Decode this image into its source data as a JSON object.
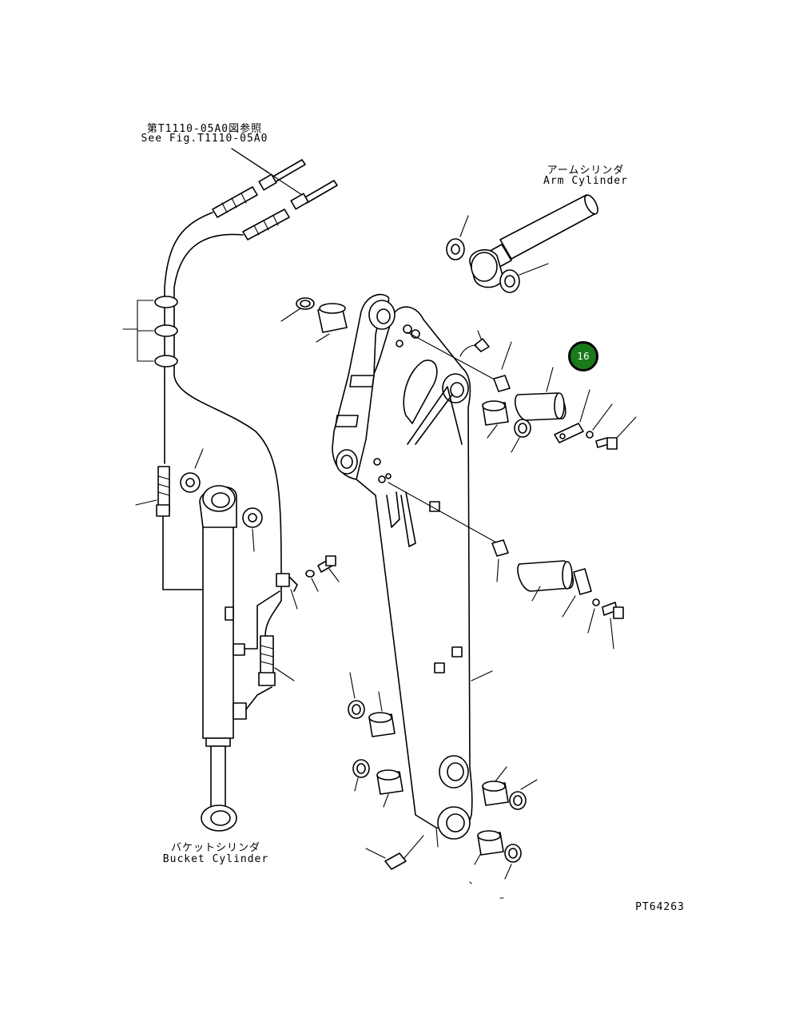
{
  "labels": {
    "ref_jp": "第T1110-05A0図参照",
    "ref_en": "See Fig.T1110-05A0",
    "arm_cyl_jp": "アームシリンダ",
    "arm_cyl_en": "Arm Cylinder",
    "bucket_cyl_jp": "バケットシリンダ",
    "bucket_cyl_en": "Bucket Cylinder",
    "drawing_no": "PT64263"
  },
  "callouts": [
    {
      "number": "16",
      "color": "#1a7a1a"
    }
  ],
  "colors": {
    "line": "#000000",
    "background": "#ffffff",
    "callout_fill": "#1a7a1a"
  }
}
